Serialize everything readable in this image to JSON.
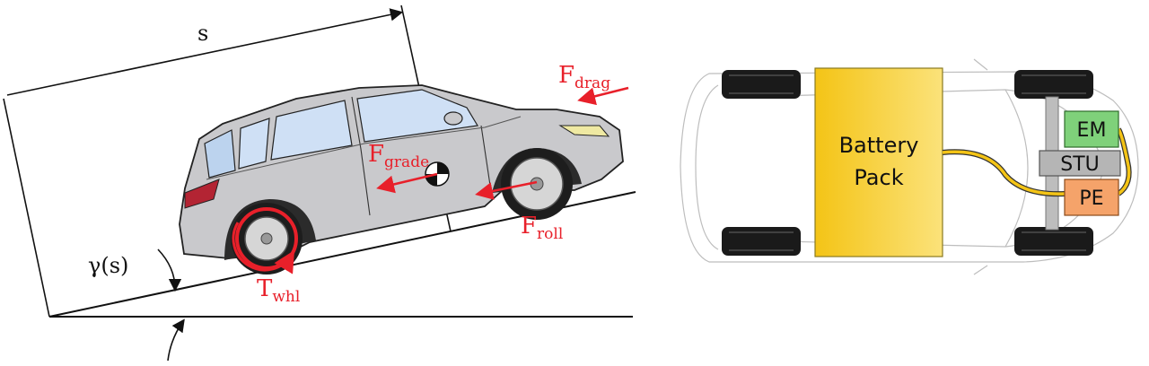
{
  "left_diagram": {
    "distance_label": "s",
    "angle_label": "γ(s)",
    "forces": {
      "drag": {
        "main": "F",
        "sub": "drag"
      },
      "grade": {
        "main": "F",
        "sub": "grade"
      },
      "roll": {
        "main": "F",
        "sub": "roll"
      },
      "wheel_torque": {
        "main": "T",
        "sub": "whl"
      }
    }
  },
  "right_diagram": {
    "battery_line1": "Battery",
    "battery_line2": "Pack",
    "em": "EM",
    "stu": "STU",
    "pe": "PE"
  },
  "colors": {
    "force_red": "#e8202a",
    "battery_yellow": "#f7c81c",
    "em_green": "#7fd17a",
    "pe_orange": "#f5a36a",
    "stu_gray": "#b5b5b5",
    "car_body": "#c9c9cc",
    "window_blue": "#cfe0f5"
  }
}
